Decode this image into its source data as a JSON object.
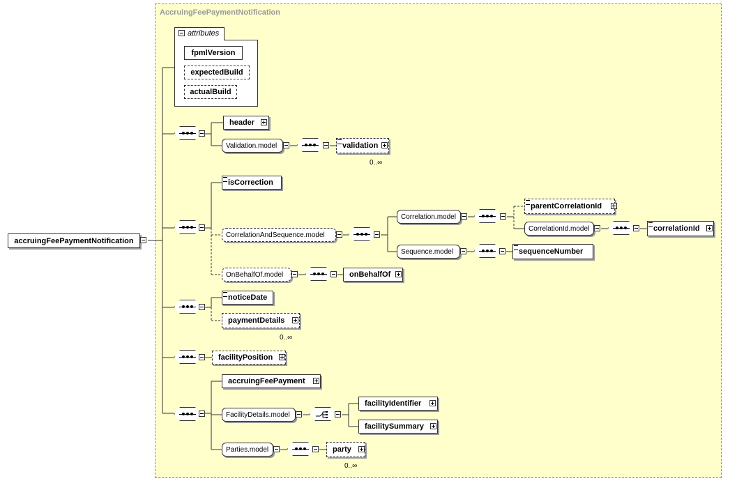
{
  "diagram": {
    "group_title": "AccruingFeePaymentNotification",
    "root": "accruingFeePaymentNotification",
    "attributes_label": "attributes",
    "attributes": [
      "fpmlVersion",
      "expectedBuild",
      "actualBuild"
    ],
    "elements": {
      "header": "header",
      "validation_model": "Validation.model",
      "validation": "validation",
      "is_correction": "isCorrection",
      "correlation_and_sequence_model": "CorrelationAndSequence.model",
      "correlation_model": "Correlation.model",
      "parent_correlation_id": "parentCorrelationId",
      "correlation_id_model": "CorrelationId.model",
      "correlation_id": "correlationId",
      "sequence_model": "Sequence.model",
      "sequence_number": "sequenceNumber",
      "on_behalf_of_model": "OnBehalfOf.model",
      "on_behalf_of": "onBehalfOf",
      "notice_date": "noticeDate",
      "payment_details": "paymentDetails",
      "facility_position": "facilityPosition",
      "accruing_fee_payment": "accruingFeePayment",
      "facility_details_model": "FacilityDetails.model",
      "facility_identifier": "facilityIdentifier",
      "facility_summary": "facilitySummary",
      "parties_model": "Parties.model",
      "party": "party"
    },
    "occurrence": {
      "validation": "0..∞",
      "payment_details": "0..∞",
      "party": "0..∞"
    }
  }
}
